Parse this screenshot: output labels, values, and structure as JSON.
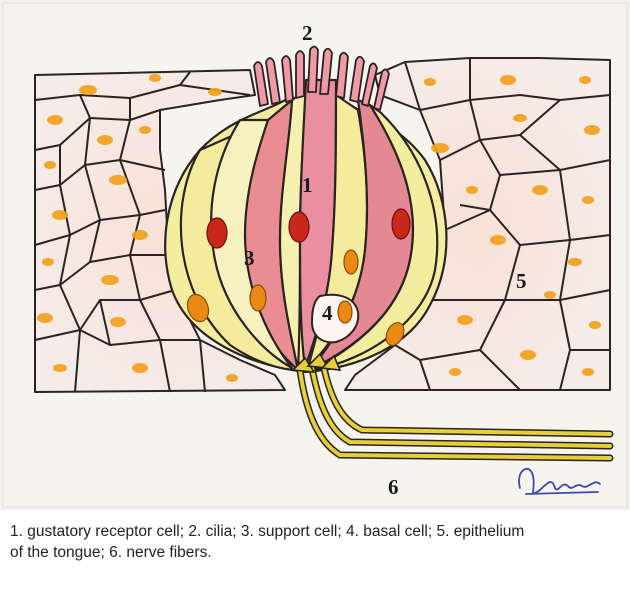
{
  "labels": {
    "receptor": "1",
    "cilia": "2",
    "support": "3",
    "basal": "4",
    "epithelium": "5",
    "nerve": "6"
  },
  "caption": {
    "line1": "1. gustatory receptor cell; 2. cilia; 3. support cell; 4. basal cell; 5. epithelium",
    "line2": "of the tongue; 6. nerve fibers."
  },
  "colors": {
    "paper": "#f1efea",
    "epithelium_cell": "#f6e6e2",
    "nucleus_orange": "#f2a11c",
    "receptor_pink": "#e58a98",
    "support_yellow": "#f4ec9c",
    "nerve_yellow": "#e7cf3a",
    "outline": "#2a2320",
    "red_nucleus": "#c7281a"
  }
}
